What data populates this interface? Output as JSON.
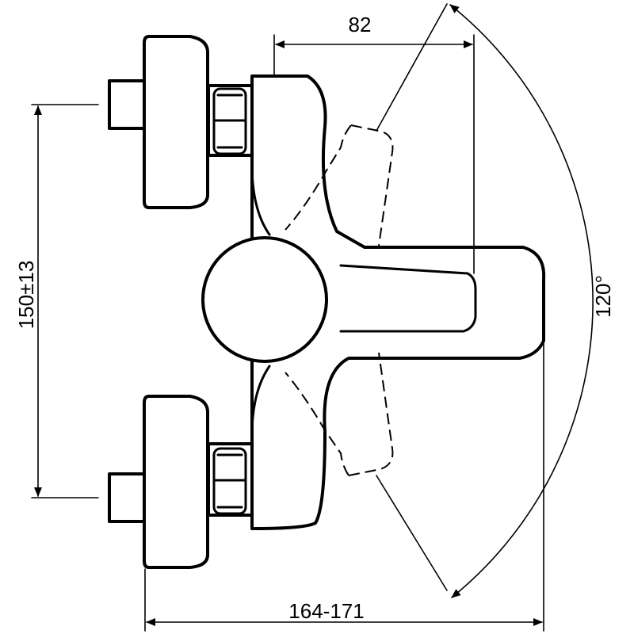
{
  "drawing": {
    "dimensions": {
      "top_width": "82",
      "bottom_width": "164-171",
      "height": "150±13",
      "angle": "120°"
    }
  }
}
